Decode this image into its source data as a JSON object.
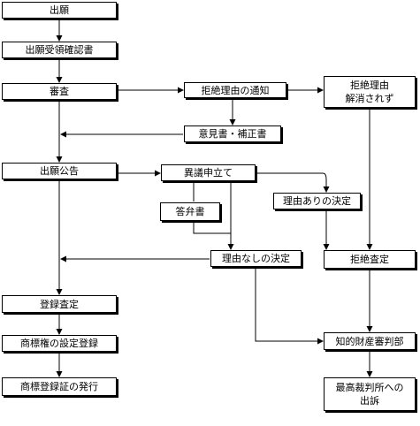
{
  "flowchart": {
    "nodes": {
      "application": "出願",
      "receipt_confirmation": "出願受領確認書",
      "examination": "審査",
      "notice_of_refusal_reasons": "拒絶理由の通知",
      "refusal_reason_unresolved": "拒絶理由\n解消されず",
      "written_opinion_amendment": "意見書・補正書",
      "publication": "出願公告",
      "opposition": "異議申立て",
      "reason_exists_decision": "理由ありの決定",
      "written_reply": "答弁書",
      "no_reason_decision": "理由なしの決定",
      "decision_of_refusal": "拒絶査定",
      "decision_of_registration": "登録査定",
      "trademark_registration": "商標権の設定登録",
      "ip_trial_department": "知的財産審判部",
      "certificate_issuance": "商標登録証の発行",
      "supreme_court_appeal": "最高裁判所への\n出訴"
    }
  }
}
